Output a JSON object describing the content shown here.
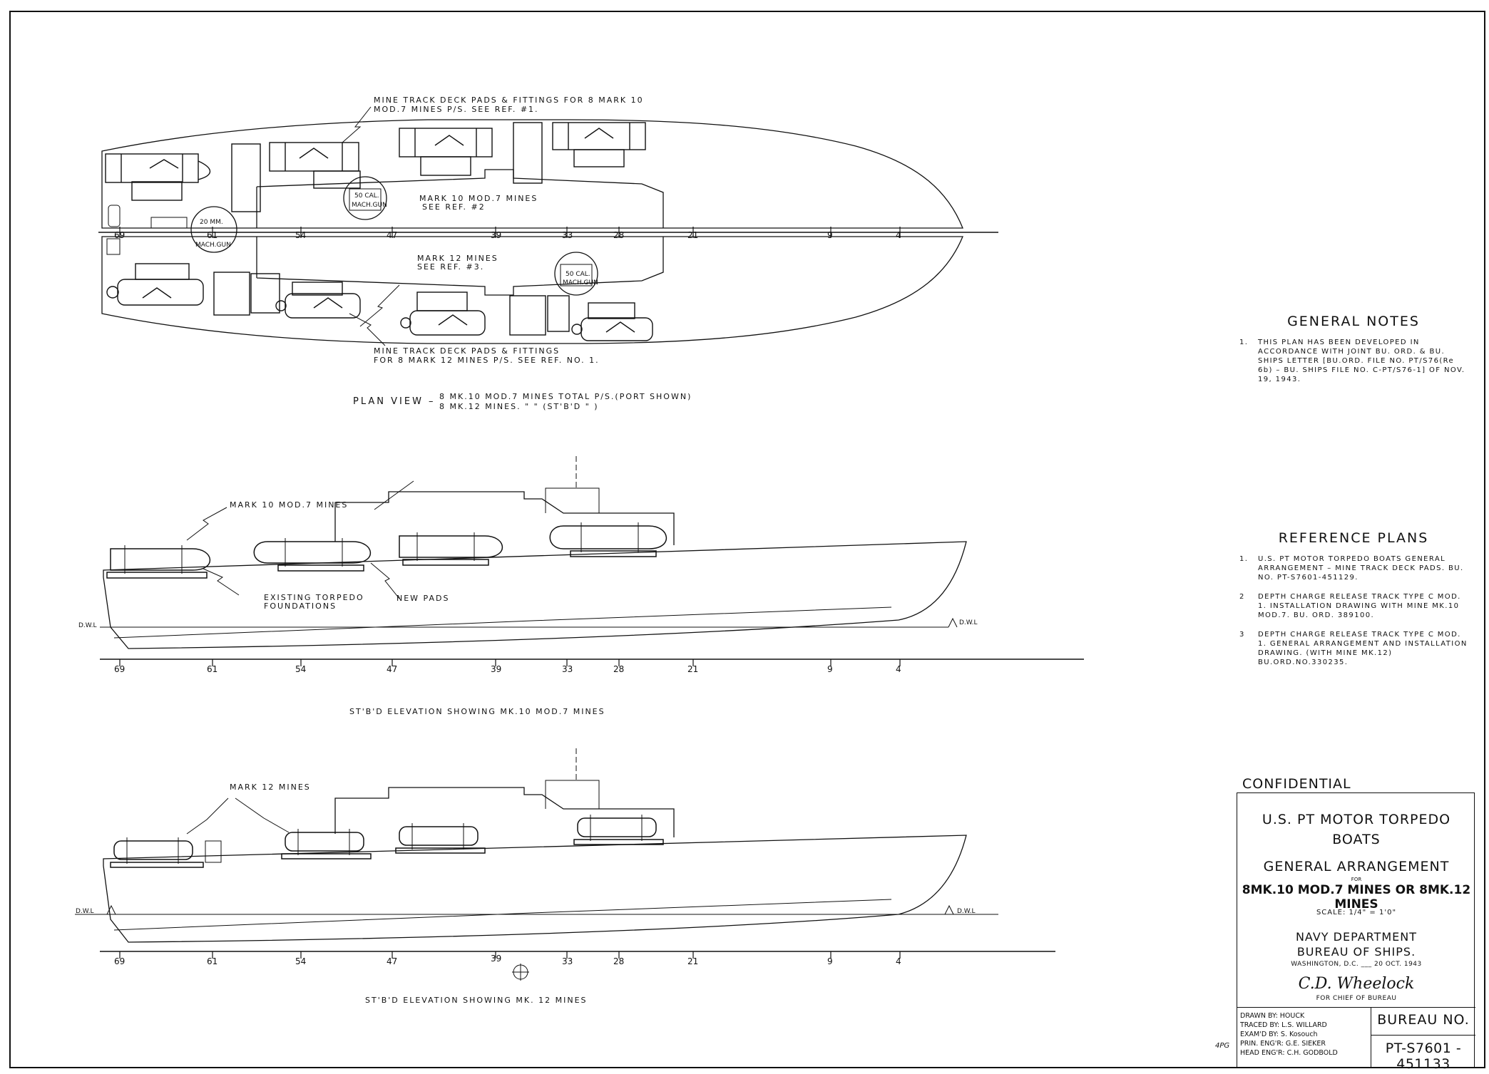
{
  "plan_view": {
    "callout_deck_pads_top_1": "MINE TRACK DECK PADS & FITTINGS FOR 8 MARK 10",
    "callout_deck_pads_top_2": "MOD.7 MINES P/S. SEE REF. #1.",
    "callout_mark10_1": "MARK 10 MOD.7 MINES",
    "callout_mark10_2": "SEE REF. #2",
    "callout_mark12_1": "MARK 12 MINES",
    "callout_mark12_2": "SEE REF. #3.",
    "callout_deck_pads_bot_1": "MINE TRACK DECK PADS & FITTINGS",
    "callout_deck_pads_bot_2": "FOR 8 MARK 12 MINES P/S. SEE REF. NO. 1.",
    "gun_50_top_1": "50 CAL.",
    "gun_50_top_2": "MACH.GUN",
    "gun_50_bot_1": "50 CAL.",
    "gun_50_bot_2": "MACH.GUN",
    "gun_20_1": "20 MM.",
    "gun_20_2": "MACH.GUN",
    "caption_prefix": "PLAN VIEW –",
    "caption_line1": "8 MK.10 MOD.7 MINES TOTAL P/S.(PORT SHOWN)",
    "caption_line2": "8 MK.12 MINES.          \"     \" (ST'B'D   \"   )"
  },
  "stations": [
    "69",
    "61",
    "54",
    "47",
    "39",
    "33",
    "28",
    "21",
    "9",
    "4"
  ],
  "elevation_mk10": {
    "callout_mines": "MARK 10 MOD.7 MINES",
    "callout_foundations_1": "EXISTING TORPEDO",
    "callout_foundations_2": "FOUNDATIONS",
    "callout_new_pads": "NEW PADS",
    "dwl_left": "D.W.L",
    "dwl_right": "D.W.L",
    "caption": "ST'B'D ELEVATION SHOWING MK.10 MOD.7 MINES"
  },
  "elevation_mk12": {
    "callout_mines": "MARK 12 MINES",
    "dwl_left": "D.W.L",
    "dwl_right": "D.W.L",
    "caption": "ST'B'D ELEVATION SHOWING MK. 12 MINES"
  },
  "general_notes": {
    "title": "GENERAL NOTES",
    "items": [
      {
        "num": "1.",
        "text": "THIS PLAN HAS BEEN DEVELOPED IN ACCORDANCE WITH JOINT BU. ORD. & BU. SHIPS LETTER [BU.ORD. FILE NO. PT/S76(Re 6b) – BU. SHIPS FILE NO. C-PT/S76-1] OF NOV. 19, 1943."
      }
    ]
  },
  "reference_plans": {
    "title": "REFERENCE PLANS",
    "items": [
      {
        "num": "1.",
        "text": "U.S. PT MOTOR TORPEDO BOATS GENERAL ARRANGEMENT – MINE TRACK DECK PADS. BU. NO. PT-S7601-451129."
      },
      {
        "num": "2",
        "text": "DEPTH CHARGE RELEASE TRACK TYPE C MOD. 1. INSTALLATION DRAWING WITH MINE MK.10 MOD.7. BU. ORD. 389100."
      },
      {
        "num": "3",
        "text": "DEPTH CHARGE RELEASE TRACK TYPE C MOD. 1. GENERAL ARRANGEMENT AND INSTALLATION DRAWING. (WITH MINE MK.12) BU.ORD.NO.330235."
      }
    ]
  },
  "title_block": {
    "confidential": "CONFIDENTIAL",
    "line1": "U.S. PT MOTOR TORPEDO",
    "line2": "BOATS",
    "line3": "GENERAL ARRANGEMENT",
    "for_word": "FOR",
    "line4": "8MK.10 MOD.7 MINES OR 8MK.12 MINES",
    "scale": "SCALE: 1/4\" = 1'0\"",
    "dept1": "NAVY DEPARTMENT",
    "dept2": "BUREAU OF SHIPS.",
    "place_date": "WASHINGTON, D.C. ___ 20 OCT. 1943",
    "signature": "C.D. Wheelock",
    "for_chief": "FOR CHIEF OF BUREAU",
    "drawn_by": "DRAWN BY: HOUCK",
    "traced_by": "TRACED BY: L.S. WILLARD",
    "examd_by": "EXAM'D BY: S. Kosouch",
    "prin_engr": "PRIN. ENG'R: G.E. SIEKER",
    "head_engr": "HEAD ENG'R: C.H. GODBOLD",
    "bureau_label": "BUREAU NO.",
    "bureau_number": "PT-S7601 - 451133"
  },
  "initials": "4PG"
}
